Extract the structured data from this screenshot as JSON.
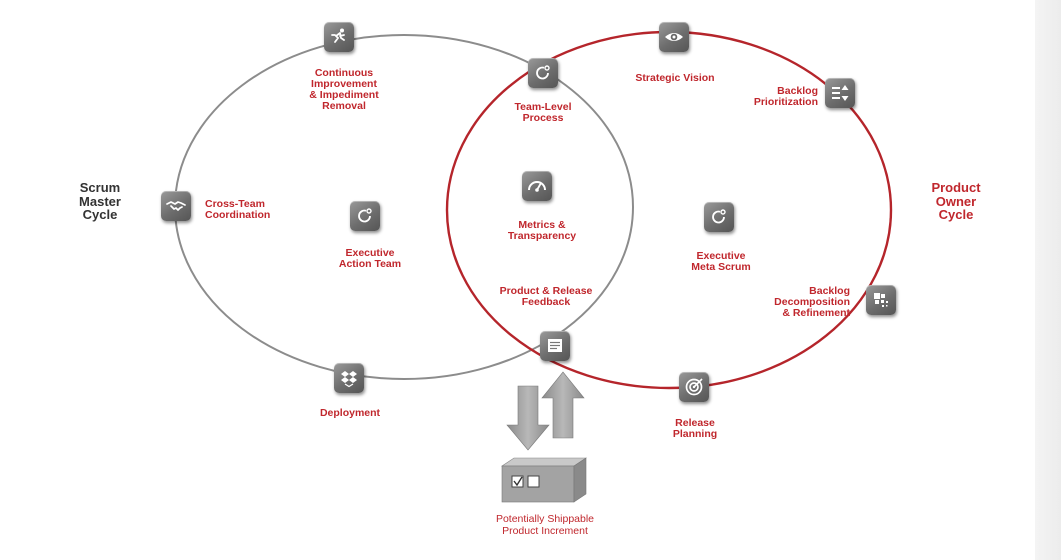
{
  "cycles": {
    "scrum_master": "Scrum\nMaster\nCycle",
    "product_owner": "Product\nOwner\nCycle"
  },
  "nodes": {
    "continuous_improvement": "Continuous\nImprovement\n& Impediment\nRemoval",
    "team_level_process": "Team-Level\nProcess",
    "strategic_vision": "Strategic Vision",
    "backlog_prioritization": "Backlog\nPrioritization",
    "cross_team_coordination": "Cross-Team\nCoordination",
    "metrics_transparency": "Metrics &\nTransparency",
    "executive_action_team": "Executive\nAction Team",
    "executive_meta_scrum": "Executive\nMeta Scrum",
    "product_release_feedback": "Product & Release\nFeedback",
    "backlog_decomposition": "Backlog\nDecomposition\n& Refinement",
    "deployment": "Deployment",
    "release_planning": "Release\nPlanning"
  },
  "increment": "Potentially Shippable\nProduct Increment",
  "icons": {
    "continuous_improvement": "runner-icon",
    "team_level_process": "cycle-icon",
    "strategic_vision": "eye-icon",
    "backlog_prioritization": "sort-icon",
    "cross_team_coordination": "handshake-icon",
    "metrics_transparency": "gauge-icon",
    "executive_action_team": "cycle-icon",
    "executive_meta_scrum": "cycle-icon",
    "product_release_feedback": "document-icon",
    "backlog_decomposition": "pixel-breakdown-icon",
    "deployment": "dropbox-icon",
    "release_planning": "target-icon",
    "increment": "checklist-box-icon"
  },
  "colors": {
    "scrum_ring": "#8c8c8c",
    "product_ring": "#b5252b",
    "label_red": "#c0272d",
    "cycle_text": "#333333"
  }
}
